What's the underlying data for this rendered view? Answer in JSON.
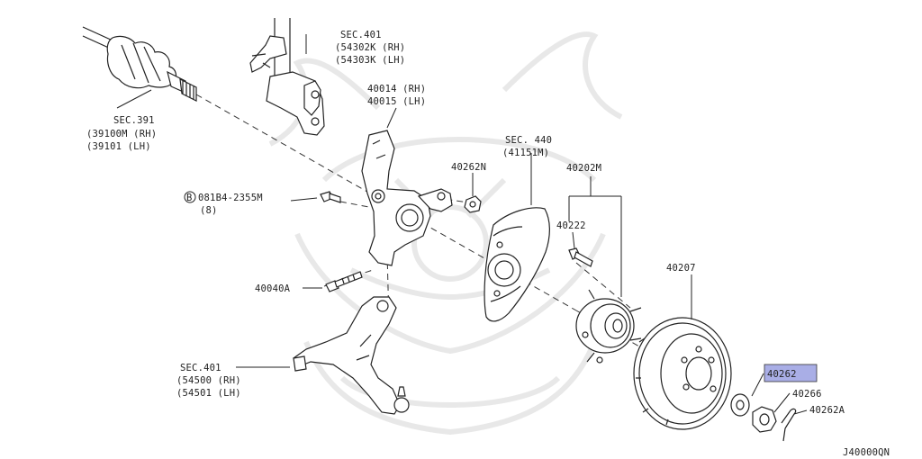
{
  "diagram_code": "J40000QN",
  "callouts": {
    "sec391": [
      "SEC.391",
      "(39100M (RH)",
      "(39101   (LH)"
    ],
    "sec401_top": [
      "SEC.401",
      "(54302K (RH)",
      "(54303K (LH)"
    ],
    "knuckle": [
      "40014 (RH)",
      "40015 (LH)"
    ],
    "sec440": [
      "SEC. 440",
      "(41151M)"
    ],
    "p40262N": "40262N",
    "p40202M": "40202M",
    "p40222": "40222",
    "bolt": [
      "081B4-2355M",
      "(8)"
    ],
    "bolt_circle_letter": "B",
    "p40040A": "40040A",
    "p40207": "40207",
    "sec401_bottom": [
      "SEC.401",
      "(54500 (RH)",
      "(54501 (LH)"
    ],
    "p40262": "40262",
    "p40266": "40266",
    "p40262A": "40262A"
  },
  "highlight": "40262"
}
